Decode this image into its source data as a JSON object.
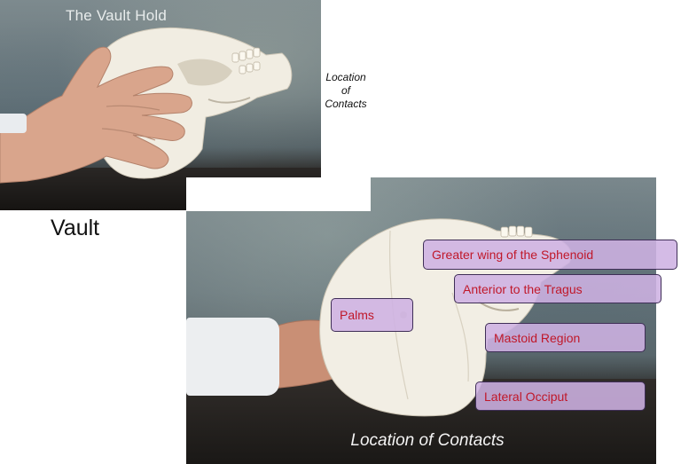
{
  "photo_vault_hold": {
    "title": "The Vault Hold"
  },
  "side_note": [
    "Location",
    "of",
    "Contacts"
  ],
  "vault_label": "Vault",
  "photo_contacts": {
    "caption": "Location of Contacts",
    "contacts": [
      "Greater wing of the Sphenoid",
      "Anterior to the Tragus",
      "Palms",
      "Mastoid Region",
      "Lateral Occiput"
    ]
  },
  "colors": {
    "label_fill": "#ceb2e2",
    "label_text": "#c0182a",
    "label_border": "#3f2e57"
  }
}
